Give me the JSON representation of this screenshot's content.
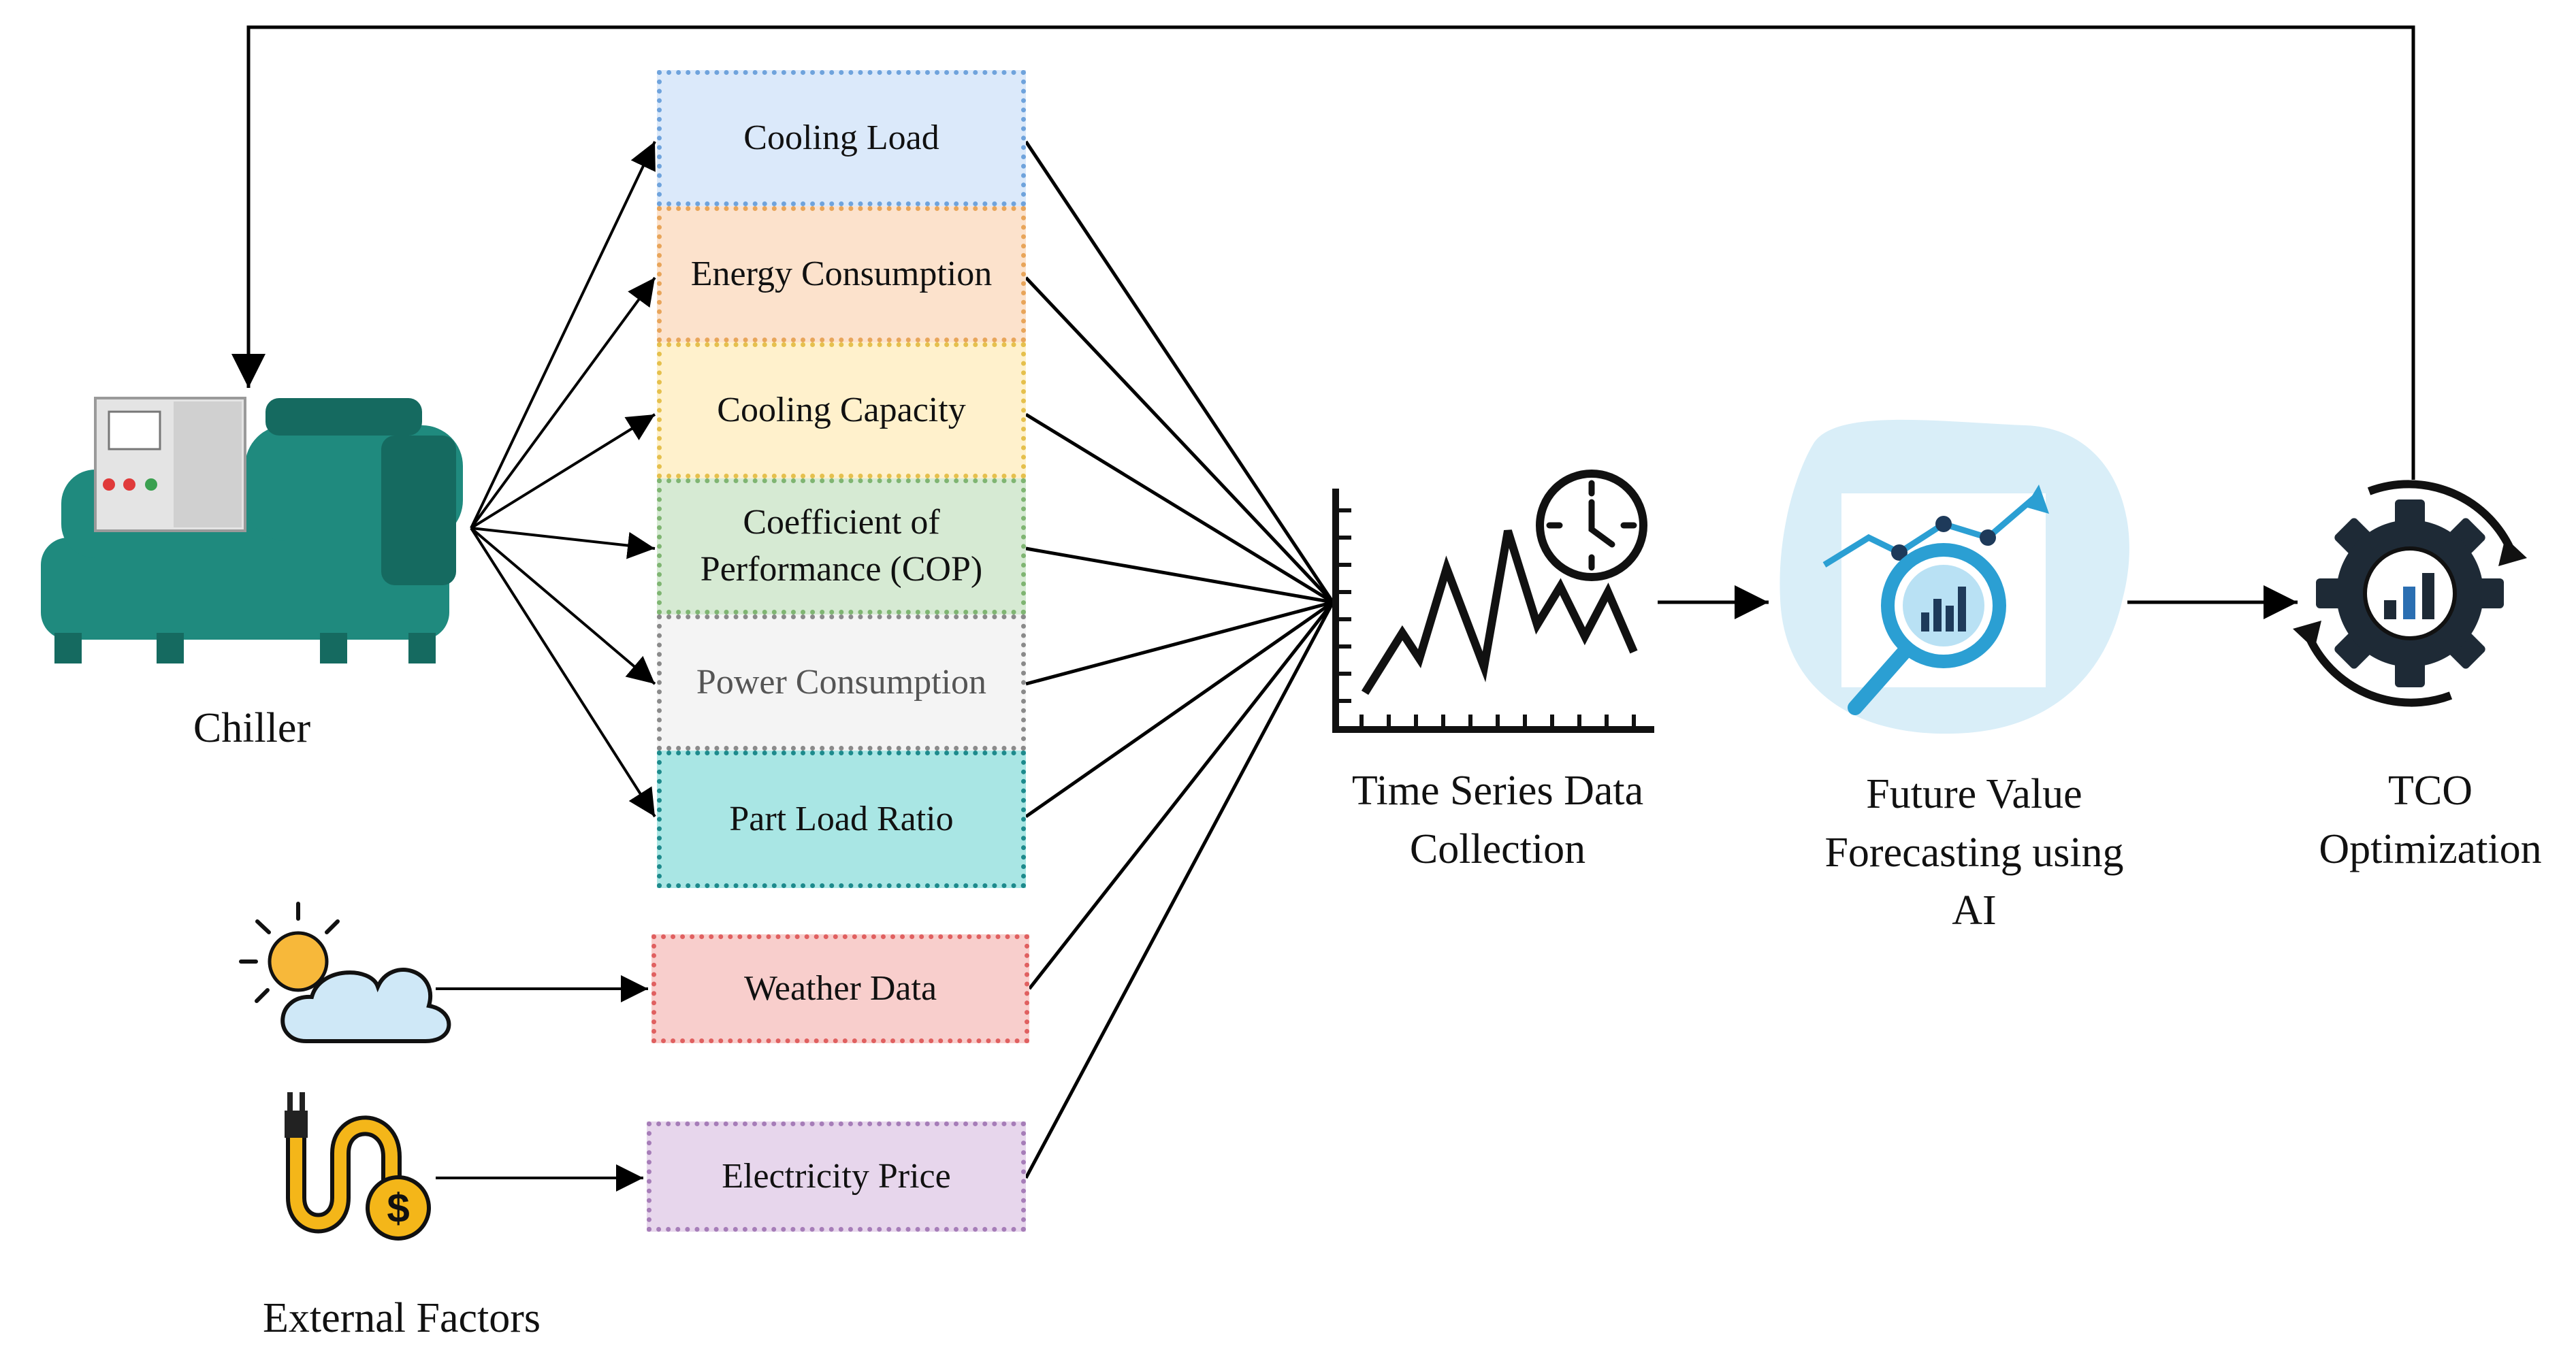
{
  "chiller": {
    "label": "Chiller"
  },
  "parameters": [
    {
      "label": "Cooling Load",
      "fill": "#dbe9fa",
      "border": "#6fa3dc"
    },
    {
      "label": "Energy Consumption",
      "fill": "#fce2cc",
      "border": "#e8a55a"
    },
    {
      "label": "Cooling Capacity",
      "fill": "#fff1cc",
      "border": "#e5c04d"
    },
    {
      "label": "Coefficient of\nPerformance (COP)",
      "fill": "#d6ead3",
      "border": "#7fb572"
    },
    {
      "label": "Power Consumption",
      "fill": "#f4f4f4",
      "border": "#8a8a8a"
    },
    {
      "label": "Part Load Ratio",
      "fill": "#a9e6e4",
      "border": "#1d8a8c"
    }
  ],
  "external_inputs": [
    {
      "label": "Weather Data",
      "fill": "#f8cecc",
      "border": "#e06060",
      "icon": "weather-icon"
    },
    {
      "label": "Electricity Price",
      "fill": "#e7d6ec",
      "border": "#a67db8",
      "icon": "electricity-price-icon"
    }
  ],
  "external_factors": {
    "label": "External Factors"
  },
  "stages": [
    {
      "label": "Time Series Data\nCollection",
      "icon": "time-series-chart-icon"
    },
    {
      "label": "Future Value\nForecasting using\nAI",
      "icon": "ai-forecast-icon"
    },
    {
      "label": "TCO\nOptimization",
      "icon": "gear-optimization-icon"
    }
  ],
  "colors": {
    "chiller_body": "#1f8a7e",
    "chiller_dark": "#156a60",
    "forecast_bg": "#d9eef8",
    "forecast_accent": "#2b9fd3",
    "gear": "#1e2a36",
    "sun": "#f7b83a",
    "cloud": "#cfe8f7",
    "plug_cable": "#f4b619"
  }
}
